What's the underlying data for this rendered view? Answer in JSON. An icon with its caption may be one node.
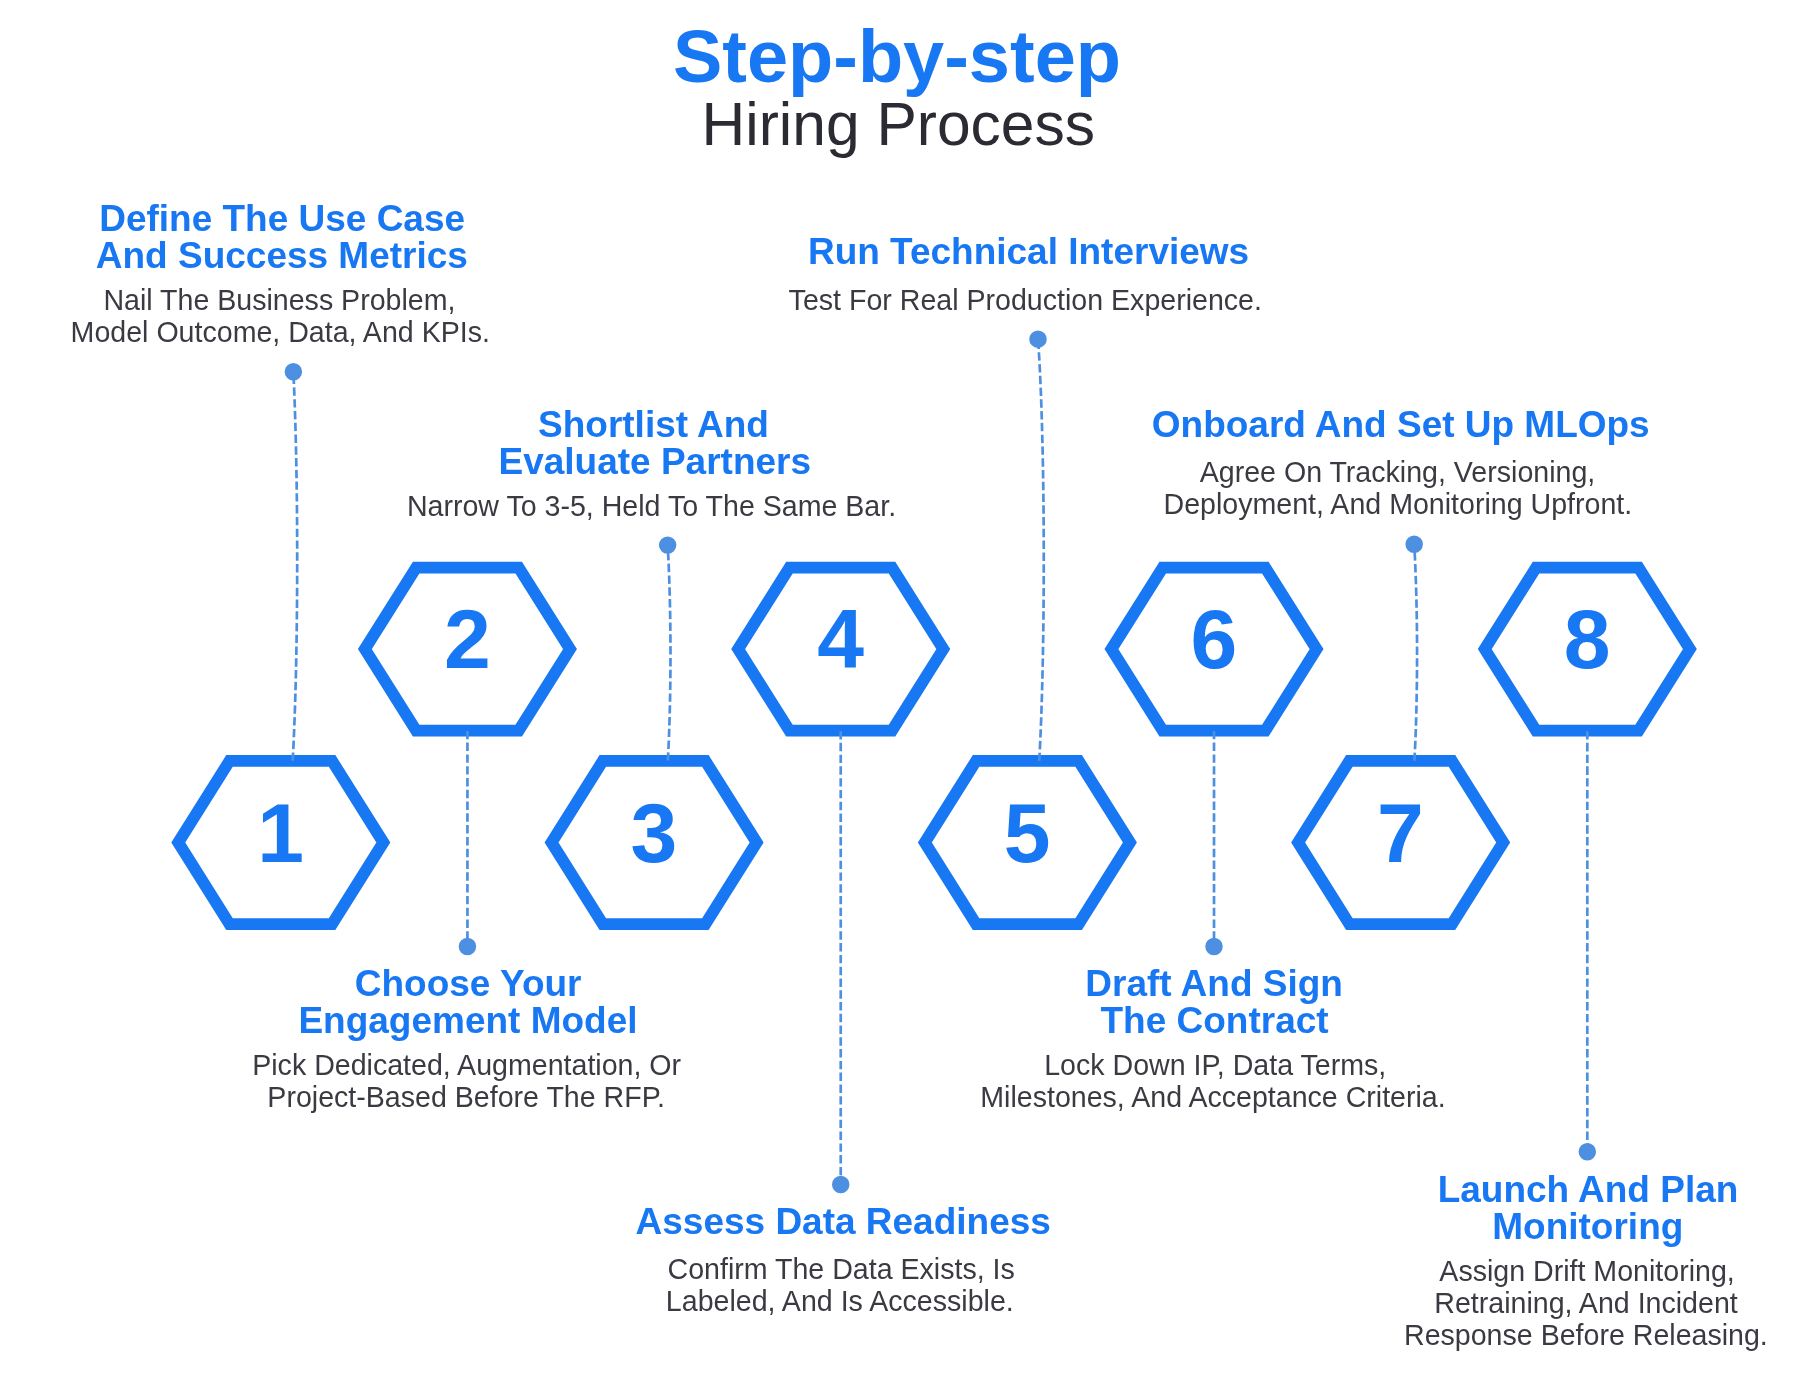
{
  "diagram": {
    "title": "Step-by-step Hiring Process",
    "nodes": [
      {
        "text": [
          "1"
        ]
      },
      {
        "text": [
          "Define The Use Case And Success Metrics",
          "Nail The Business Problem, Model Outcome, Data, And KPIs."
        ]
      },
      {
        "text": [
          "2"
        ]
      },
      {
        "text": [
          "Choose Your Engagement Model",
          "Pick Dedicated, Augmentation, Or Project-Based Before The RFP."
        ]
      },
      {
        "text": [
          "3"
        ]
      },
      {
        "text": [
          "Shortlist And Evaluate Partners",
          "Narrow To 3-5, Held To The Same Bar."
        ]
      },
      {
        "text": [
          "4"
        ]
      },
      {
        "text": [
          "Assess Data Readiness",
          "Confirm The Data Exists, Is Labeled, And Is Accessible."
        ]
      },
      {
        "text": [
          "5"
        ]
      },
      {
        "text": [
          "Run Technical Interviews",
          "Test For Real Production Experience."
        ]
      },
      {
        "text": [
          "6"
        ]
      },
      {
        "text": [
          "Draft And Sign The Contract",
          "Lock Down IP, Data Terms, Milestones, And Acceptance Criteria."
        ]
      },
      {
        "text": [
          "7"
        ]
      },
      {
        "text": [
          "Onboard And Set Up MLOps",
          "Agree On Tracking, Versioning, Deployment, And Monitoring Upfront."
        ]
      },
      {
        "text": [
          "8"
        ]
      },
      {
        "text": [
          "Launch And Plan Monitoring",
          "Assign Drift Monitoring, Retraining, And Incident Response Before Releasing."
        ]
      }
    ],
    "edges": [
      {
        "from": 0,
        "to": 1,
        "arrow": "other",
        "style": "dashed"
      },
      {
        "from": 2,
        "to": 3,
        "arrow": "other",
        "style": "dashed"
      },
      {
        "from": 4,
        "to": 5,
        "arrow": "other",
        "style": "dashed"
      },
      {
        "from": 6,
        "to": 7,
        "arrow": "other",
        "style": "dashed"
      },
      {
        "from": 8,
        "to": 9,
        "arrow": "other",
        "style": "dashed"
      },
      {
        "from": 10,
        "to": 11,
        "arrow": "other",
        "style": "dashed"
      },
      {
        "from": 12,
        "to": 13,
        "arrow": "other",
        "style": "dashed"
      },
      {
        "from": 14,
        "to": 15,
        "arrow": "other",
        "style": "dashed"
      }
    ]
  }
}
